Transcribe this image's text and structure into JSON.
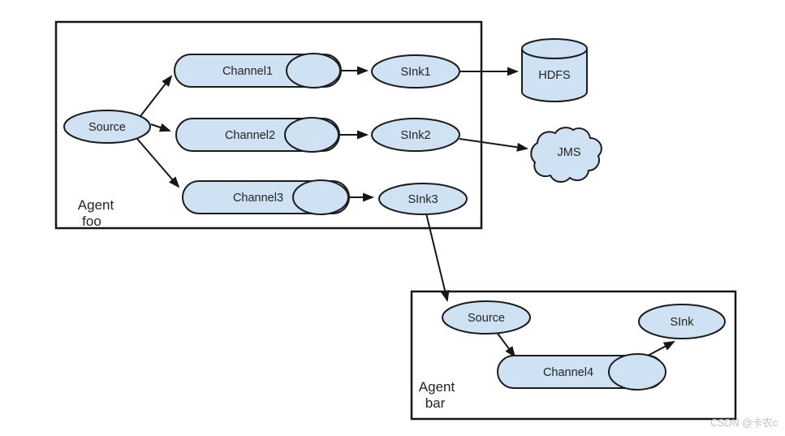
{
  "diagram": {
    "agent_foo": {
      "label_line1": "Agent",
      "label_line2": "foo",
      "source": "Source",
      "channel1": "Channel1",
      "channel2": "Channel2",
      "channel3": "Channel3",
      "sink1": "SInk1",
      "sink2": "SInk2",
      "sink3": "SInk3"
    },
    "agent_bar": {
      "label_line1": "Agent",
      "label_line2": "bar",
      "source": "Source",
      "channel4": "Channel4",
      "sink": "SInk"
    },
    "external": {
      "hdfs": "HDFS",
      "jms": "JMS"
    },
    "colors": {
      "shape_fill": "#cfe2f3",
      "shape_stroke": "#1c1c1c",
      "box_stroke": "#161616",
      "background": "#ffffff",
      "watermark": "#c2beba"
    },
    "watermark": "CSDN @卡农c"
  }
}
